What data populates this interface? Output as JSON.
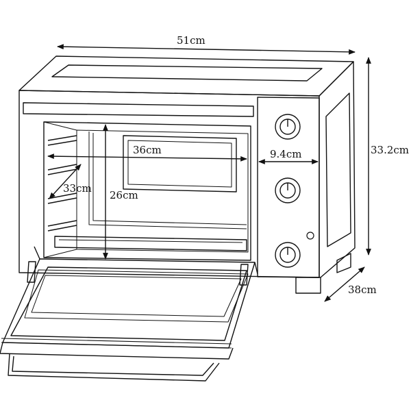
{
  "dimensions": {
    "width": "51cm",
    "height": "33.2cm",
    "depth": "38cm",
    "interior_width": "36cm",
    "interior_height": "26cm",
    "interior_depth": "33cm",
    "control_panel_width": "9.4cm"
  },
  "colors": {
    "line": "#111111",
    "background": "#ffffff"
  }
}
